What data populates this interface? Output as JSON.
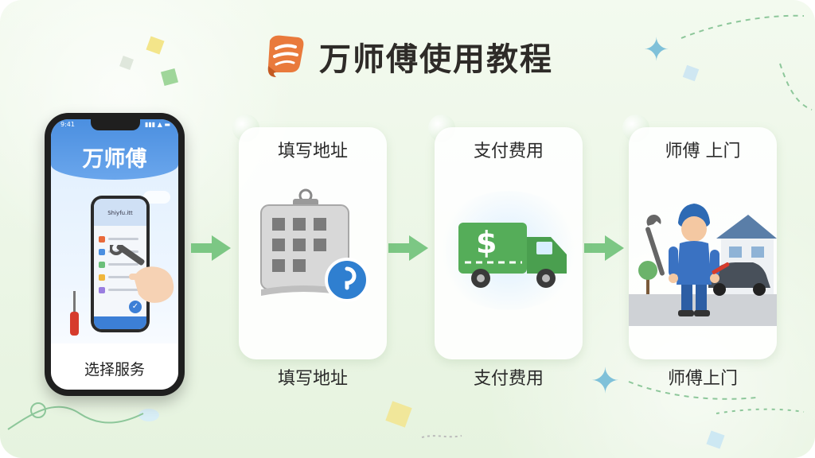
{
  "header": {
    "title": "万师傅使用教程"
  },
  "phone": {
    "brand": "万师傅",
    "time": "9:41",
    "status": "▮▮▮ ▲ ▬",
    "inner_brand": "Shiyfu.itt",
    "footer_label": "选择服务"
  },
  "steps": [
    {
      "title": "填写地址",
      "label": "填写地址",
      "icon": "building-location-icon"
    },
    {
      "title": "支付费用",
      "label": "支付费用",
      "icon": "dollar-truck-icon"
    },
    {
      "title": "师傅 上门",
      "label": "师傅上门",
      "icon": "technician-icon"
    }
  ],
  "colors": {
    "accent_green": "#6bbf7a",
    "phone_blue": "#4b8fe0",
    "title_dark": "#2e2b28",
    "logo_orange": "#e97a3c"
  }
}
